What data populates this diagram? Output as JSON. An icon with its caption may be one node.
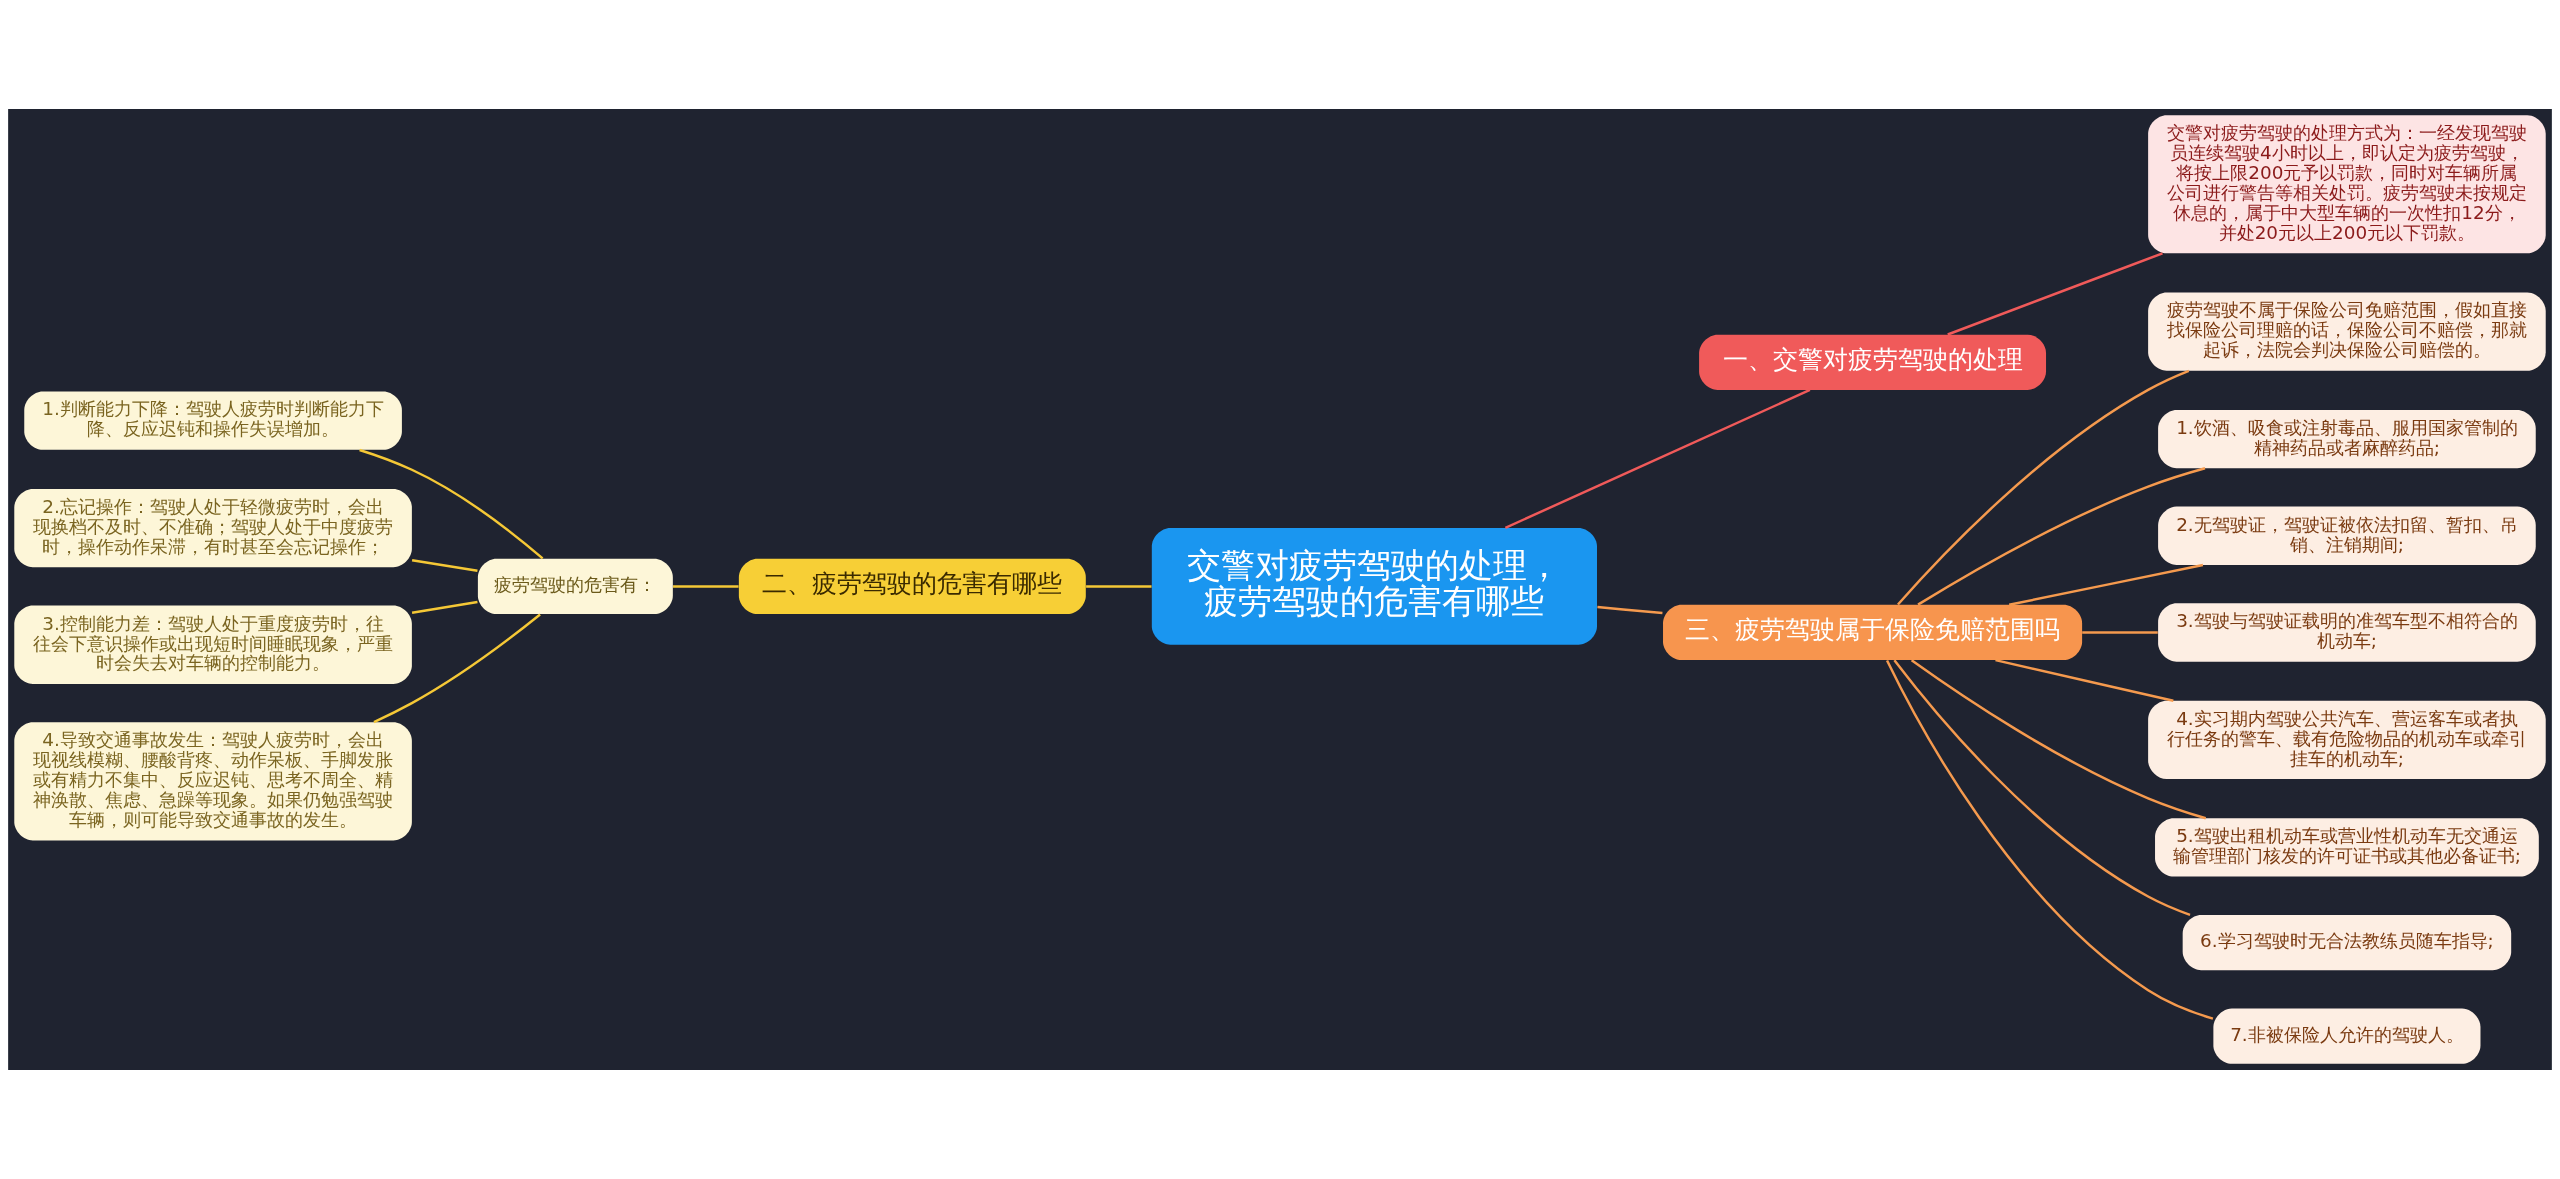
{
  "diagram": {
    "nodes": [
      {
        "text": [
          "交警对疲劳驾驶的处理，疲劳驾驶的危害有哪些"
        ]
      },
      {
        "text": [
          "一、交警对疲劳驾驶的处理"
        ]
      },
      {
        "text": [
          "交警对疲劳驾驶的处理方式为：一经发现驾驶员连续驾驶4小时以上，即认定为疲劳驾驶，将按上限200元予以罚款，同时对车辆所属公司进行警告等相关处罚。疲劳驾驶未按规定休息的，属于中大型车辆的一次性扣12分，并处20元以上200元以下罚款。"
        ]
      },
      {
        "text": [
          "二、疲劳驾驶的危害有哪些"
        ]
      },
      {
        "text": [
          "疲劳驾驶的危害有："
        ]
      },
      {
        "text": [
          "1.判断能力下降：驾驶人疲劳时判断能力下降、反应迟钝和操作失误增加。"
        ]
      },
      {
        "text": [
          "2.忘记操作：驾驶人处于轻微疲劳时，会出现换档不及时、不准确；驾驶人处于中度疲劳时，操作动作呆滞，有时甚至会忘记操作；"
        ]
      },
      {
        "text": [
          "3.控制能力差：驾驶人处于重度疲劳时，往往会下意识操作或出现短时间睡眠现象，严重时会失去对车辆的控制能力。"
        ]
      },
      {
        "text": [
          "4.导致交通事故发生：驾驶人疲劳时，会出现视线模糊、腰酸背疼、动作呆板、手脚发胀或有精力不集中、反应迟钝、思考不周全、精神涣散、焦虑、急躁等现象。如果仍勉强驾驶车辆，则可能导致交通事故的发生。"
        ]
      },
      {
        "text": [
          "三、疲劳驾驶属于保险免赔范围吗"
        ]
      },
      {
        "text": [
          "疲劳驾驶不属于保险公司免赔范围，假如直接找保险公司理赔的话，保险公司不赔偿，那就起诉，法院会判决保险公司赔偿的。"
        ]
      },
      {
        "text": [
          "1.饮酒、吸食或注射毒品、服用国家管制的精神药品或者麻醉药品;"
        ]
      },
      {
        "text": [
          "2.无驾驶证，驾驶证被依法扣留、暂扣、吊销、注销期间;"
        ]
      },
      {
        "text": [
          "3.驾驶与驾驶证载明的准驾车型不相符合的机动车;"
        ]
      },
      {
        "text": [
          "4.实习期内驾驶公共汽车、营运客车或者执行任务的警车、载有危险物品的机动车或牵引挂车的机动车;"
        ]
      },
      {
        "text": [
          "5.驾驶出租机动车或营业性机动车无交通运输管理部门核发的许可证书或其他必备证书;"
        ]
      },
      {
        "text": [
          "6.学习驾驶时无合法教练员随车指导;"
        ]
      },
      {
        "text": [
          "7.非被保险人允许的驾驶人。"
        ]
      }
    ],
    "edges": [
      {
        "from": 0,
        "to": 1,
        "arrow": "none",
        "color": "#f05a5a"
      },
      {
        "from": 1,
        "to": 2,
        "arrow": "none",
        "color": "#f05a5a"
      },
      {
        "from": 0,
        "to": 3,
        "arrow": "none",
        "color": "#f5c836"
      },
      {
        "from": 3,
        "to": 4,
        "arrow": "none",
        "color": "#f5c836"
      },
      {
        "from": 4,
        "to": 5,
        "arrow": "none",
        "color": "#f5c836"
      },
      {
        "from": 4,
        "to": 6,
        "arrow": "none",
        "color": "#f5c836"
      },
      {
        "from": 4,
        "to": 7,
        "arrow": "none",
        "color": "#f5c836"
      },
      {
        "from": 4,
        "to": 8,
        "arrow": "none",
        "color": "#f5c836"
      },
      {
        "from": 0,
        "to": 9,
        "arrow": "none"
      },
      {
        "from": 9,
        "to": 10,
        "arrow": "none"
      },
      {
        "from": 9,
        "to": 11,
        "arrow": "none"
      },
      {
        "from": 9,
        "to": 12,
        "arrow": "none"
      },
      {
        "from": 9,
        "to": 13,
        "arrow": "none"
      },
      {
        "from": 9,
        "to": 14,
        "arrow": "none"
      },
      {
        "from": 9,
        "to": 15,
        "arrow": "none"
      },
      {
        "from": 9,
        "to": 16,
        "arrow": "none"
      },
      {
        "from": 9,
        "to": 17,
        "arrow": "none"
      }
    ]
  }
}
